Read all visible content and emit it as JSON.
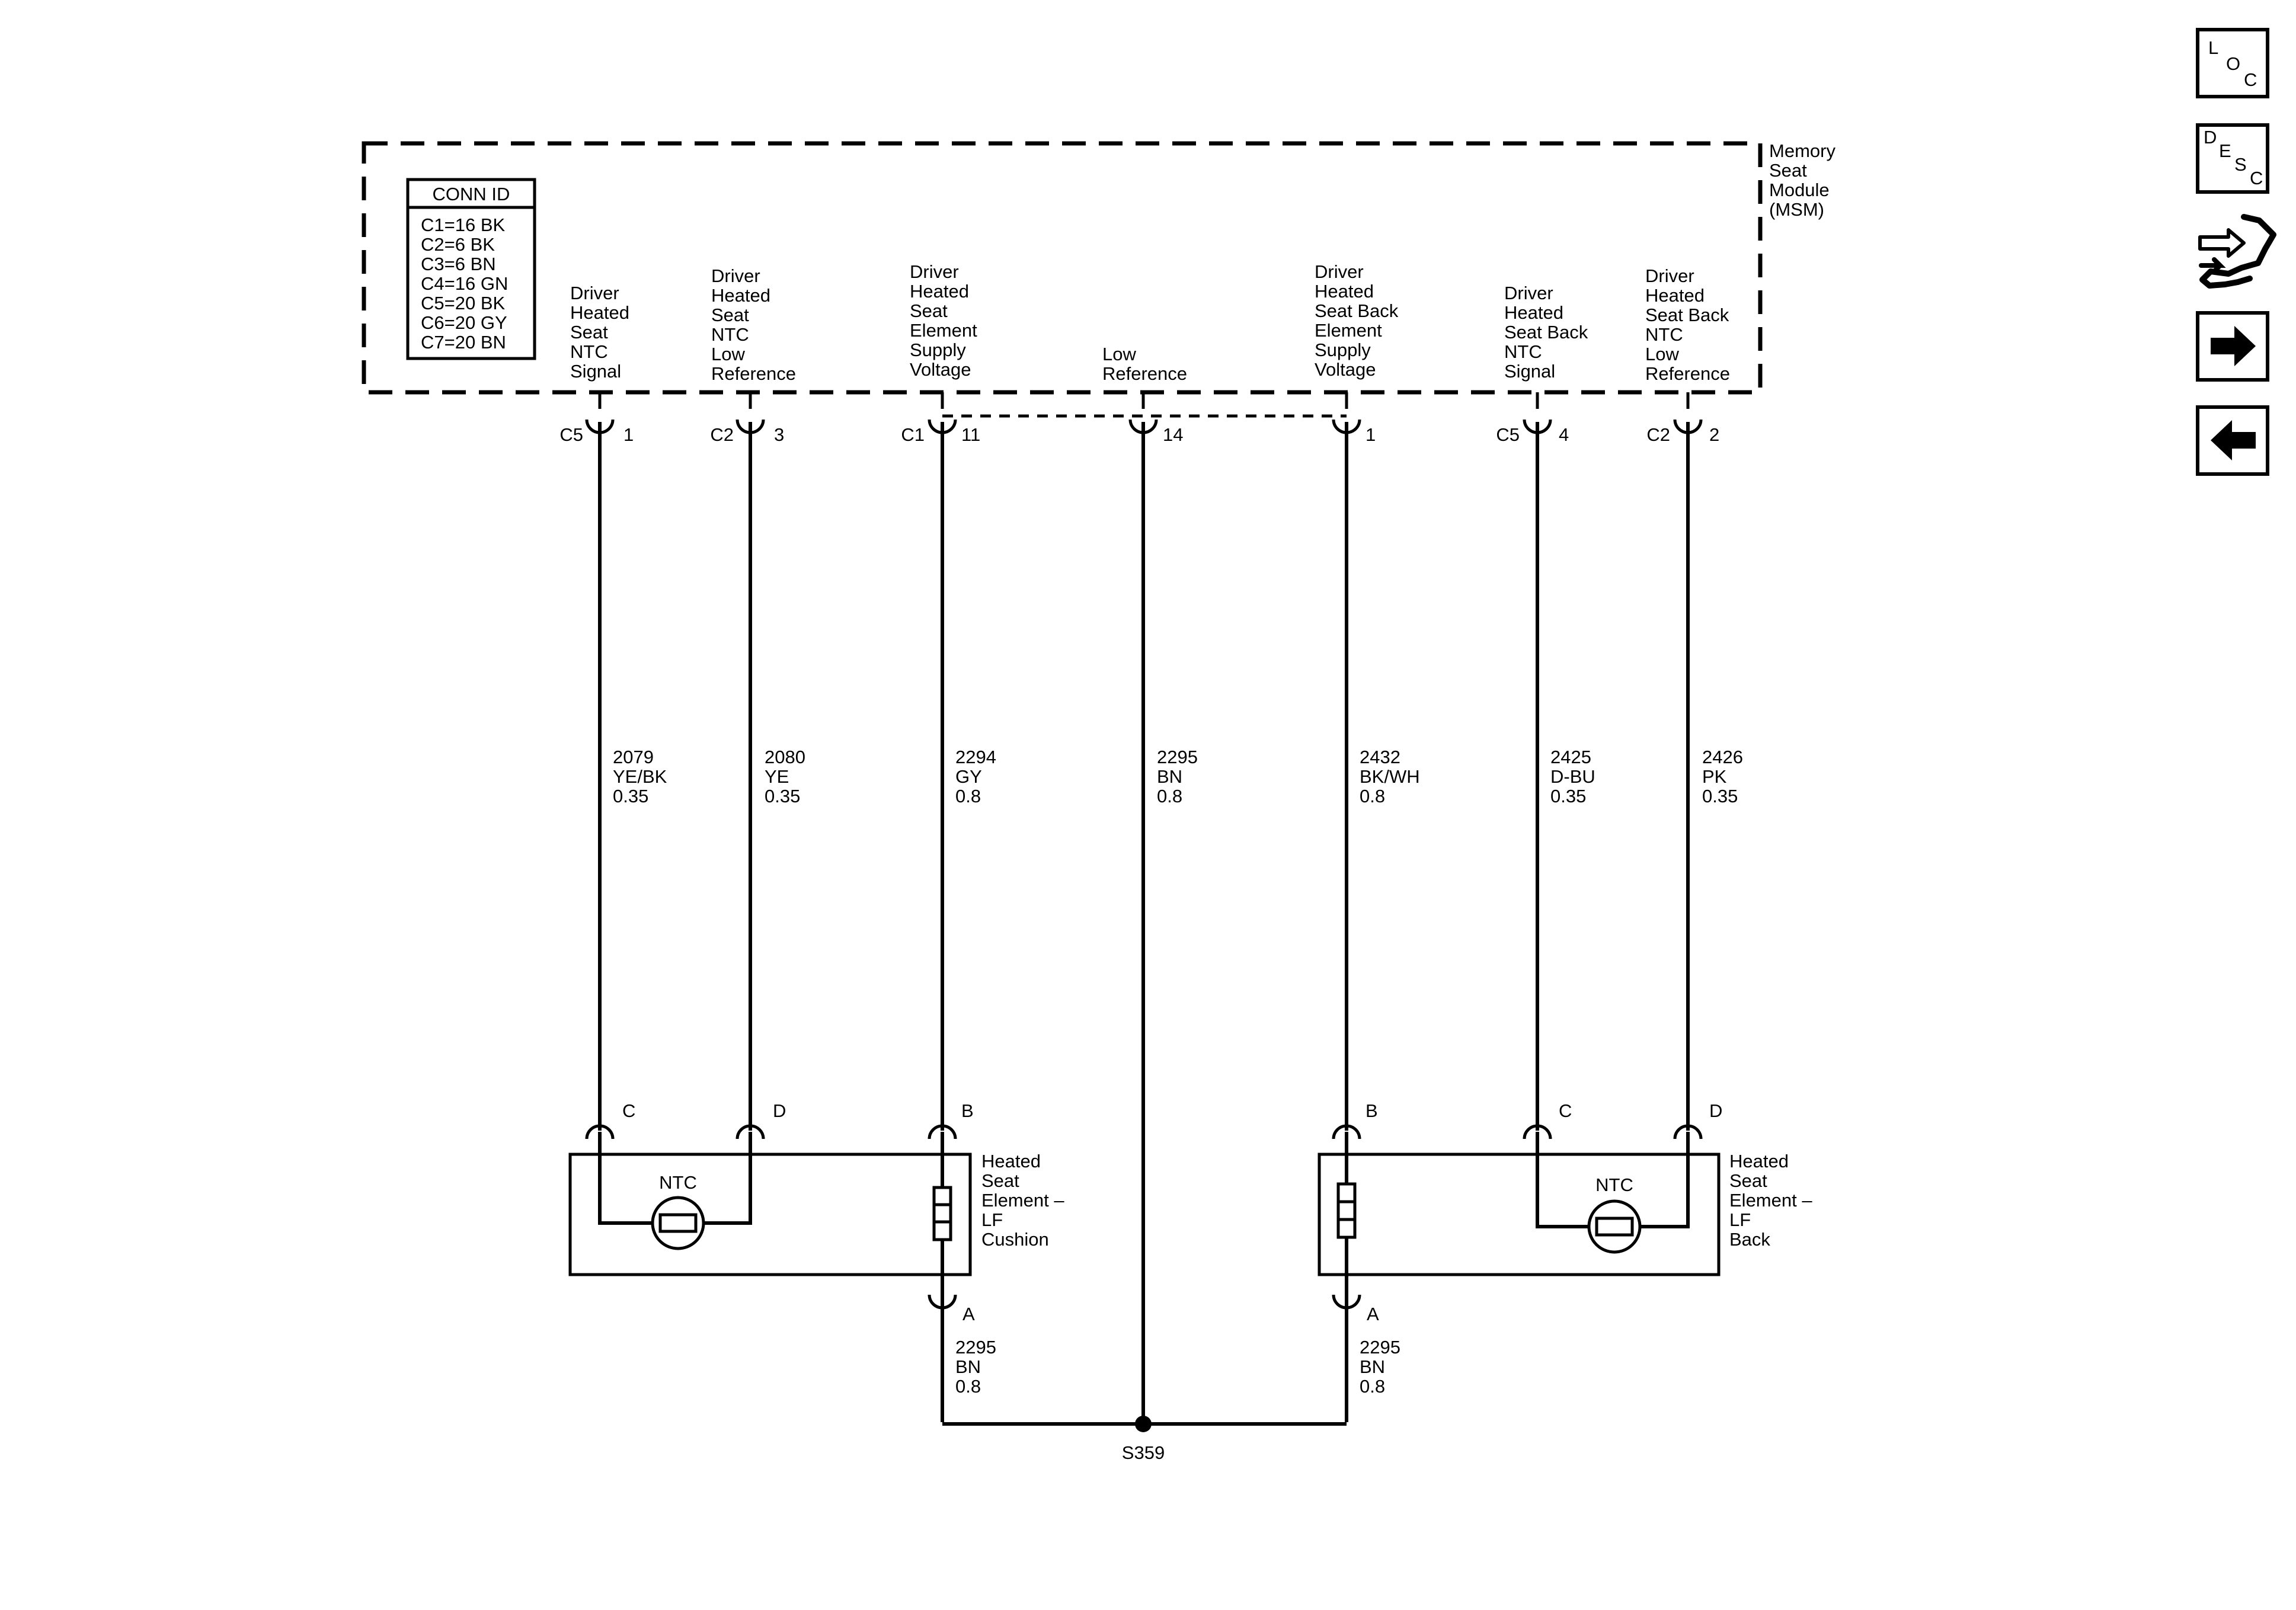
{
  "module": {
    "name_lines": [
      "Memory",
      "Seat",
      "Module",
      "(MSM)"
    ],
    "conn_id": {
      "title": "CONN ID",
      "rows": [
        "C1=16 BK",
        "C2=6 BK",
        "C3=6 BN",
        "C4=16 GN",
        "C5=20 BK",
        "C6=20 GY",
        "C7=20 BN"
      ]
    }
  },
  "circuits": [
    {
      "label_lines": [
        "Driver",
        "Heated",
        "Seat",
        "NTC",
        "Signal"
      ],
      "connector": "C5",
      "pin": "1",
      "wire_lines": [
        "2079",
        "YE/BK",
        "0.35"
      ],
      "end_pin": "C"
    },
    {
      "label_lines": [
        "Driver",
        "Heated",
        "Seat",
        "NTC",
        "Low",
        "Reference"
      ],
      "connector": "C2",
      "pin": "3",
      "wire_lines": [
        "2080",
        "YE",
        "0.35"
      ],
      "end_pin": "D"
    },
    {
      "label_lines": [
        "Driver",
        "Heated",
        "Seat",
        "Element",
        "Supply",
        "Voltage"
      ],
      "connector": "C1",
      "pin": "11",
      "wire_lines": [
        "2294",
        "GY",
        "0.8"
      ],
      "end_pin": "B"
    },
    {
      "label_lines": [
        "Low",
        "Reference"
      ],
      "connector": "",
      "pin": "14",
      "wire_lines": [
        "2295",
        "BN",
        "0.8"
      ],
      "end_pin": ""
    },
    {
      "label_lines": [
        "Driver",
        "Heated",
        "Seat Back",
        "Element",
        "Supply",
        "Voltage"
      ],
      "connector": "",
      "pin": "1",
      "wire_lines": [
        "2432",
        "BK/WH",
        "0.8"
      ],
      "end_pin": "B"
    },
    {
      "label_lines": [
        "Driver",
        "Heated",
        "Seat Back",
        "NTC",
        "Signal"
      ],
      "connector": "C5",
      "pin": "4",
      "wire_lines": [
        "2425",
        "D-BU",
        "0.35"
      ],
      "end_pin": "C"
    },
    {
      "label_lines": [
        "Driver",
        "Heated",
        "Seat Back",
        "NTC",
        "Low",
        "Reference"
      ],
      "connector": "C2",
      "pin": "2",
      "wire_lines": [
        "2426",
        "PK",
        "0.35"
      ],
      "end_pin": "D"
    }
  ],
  "elements": [
    {
      "name_lines": [
        "Heated",
        "Seat",
        "Element –",
        "LF",
        "Cushion"
      ],
      "ntc_label": "NTC",
      "ground_pin": "A",
      "ground_wire_lines": [
        "2295",
        "BN",
        "0.8"
      ]
    },
    {
      "name_lines": [
        "Heated",
        "Seat",
        "Element –",
        "LF",
        "Back"
      ],
      "ntc_label": "NTC",
      "ground_pin": "A",
      "ground_wire_lines": [
        "2295",
        "BN",
        "0.8"
      ]
    }
  ],
  "splice": {
    "label": "S359"
  },
  "nav": {
    "loc": [
      "L",
      "O",
      "C"
    ],
    "desc": [
      "D",
      "E",
      "S",
      "C"
    ],
    "connector_icon": "connector-end-view-icon",
    "next_icon": "arrow-right-icon",
    "prev_icon": "arrow-left-icon"
  }
}
